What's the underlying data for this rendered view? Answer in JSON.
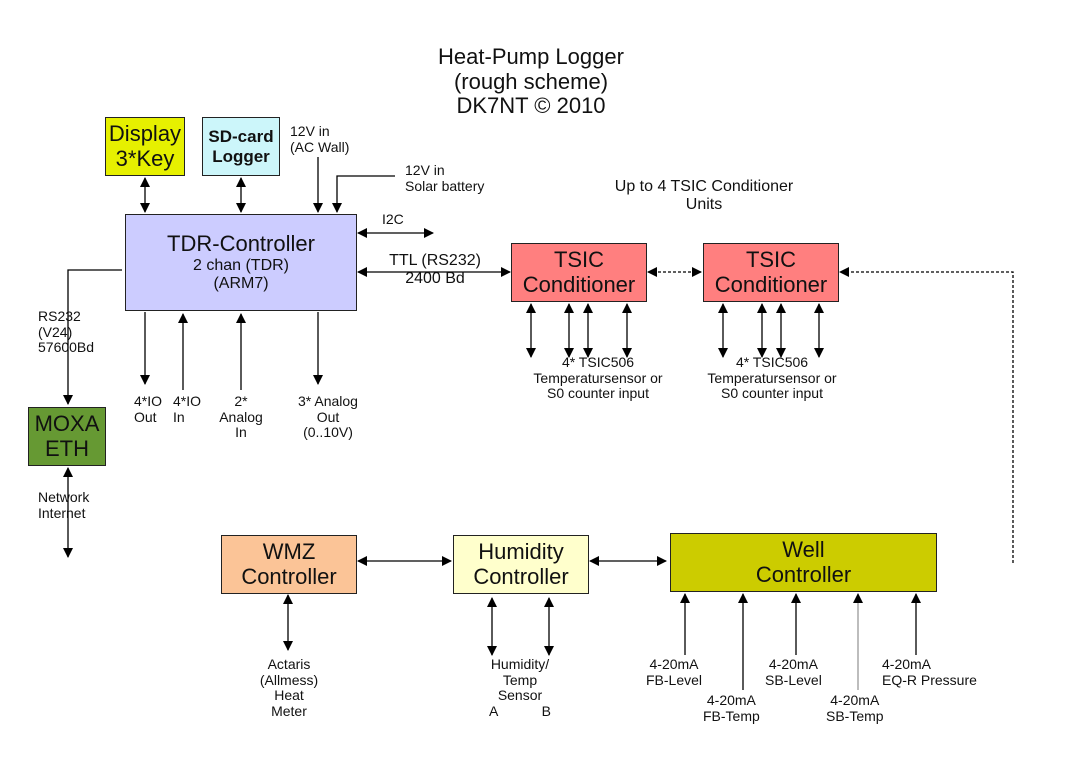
{
  "title": {
    "line1": "Heat-Pump Logger",
    "line2": "(rough scheme)",
    "line3": "DK7NT © 2010"
  },
  "blocks": {
    "display": {
      "line1": "Display",
      "line2": "3*Key",
      "color": "#e6f000"
    },
    "sdcard": {
      "line1": "SD-card",
      "line2": "Logger",
      "color": "#ccf6fa"
    },
    "tdr": {
      "line1": "TDR-Controller",
      "line2": "2 chan (TDR)",
      "line3": "(ARM7)",
      "color": "#ccccff"
    },
    "moxa": {
      "line1": "MOXA",
      "line2": "ETH",
      "color": "#669933"
    },
    "tsic1": {
      "line1": "TSIC",
      "line2": "Conditioner",
      "color": "#ff7f7f"
    },
    "tsic2": {
      "line1": "TSIC",
      "line2": "Conditioner",
      "color": "#ff7f7f"
    },
    "wmz": {
      "line1": "WMZ",
      "line2": "Controller",
      "color": "#fbc497"
    },
    "humidity": {
      "line1": "Humidity",
      "line2": "Controller",
      "color": "#ffffcc"
    },
    "well": {
      "line1": "Well",
      "line2": "Controller",
      "color": "#cccc00"
    }
  },
  "labels": {
    "power_ac": {
      "line1": "12V in",
      "line2": "(AC Wall)"
    },
    "power_solar": {
      "line1": "12V in",
      "line2": "Solar battery"
    },
    "i2c": "I2C",
    "ttl": {
      "line1": "TTL (RS232)",
      "line2": "2400 Bd"
    },
    "rs232": {
      "line1": "RS232",
      "line2": "(V24)",
      "line3": "57600Bd"
    },
    "network": {
      "line1": "Network",
      "line2": "Internet"
    },
    "io_out": {
      "line1": "4*IO",
      "line2": "Out"
    },
    "io_in": {
      "line1": "4*IO",
      "line2": "In"
    },
    "analog_in": {
      "line1": "2*",
      "line2": "Analog",
      "line3": "In"
    },
    "analog_out": {
      "line1": "3* Analog",
      "line2": "Out",
      "line3": "(0..10V)"
    },
    "tsic_units": {
      "line1": "Up to 4 TSIC Conditioner",
      "line2": "Units"
    },
    "tsic1_sensors": {
      "line1": "4* TSIC506",
      "line2": "Temperatursensor or",
      "line3": "S0 counter input"
    },
    "tsic2_sensors": {
      "line1": "4* TSIC506",
      "line2": "Temperatursensor or",
      "line3": "S0 counter input"
    },
    "heat_meter": {
      "line1": "Actaris",
      "line2": "(Allmess)",
      "line3": "Heat",
      "line4": "Meter"
    },
    "hum_sensor": {
      "line1": "Humidity/",
      "line2": "Temp",
      "line3": "Sensor",
      "a": "A",
      "b": "B"
    },
    "fb_level": {
      "line1": "4-20mA",
      "line2": "FB-Level"
    },
    "fb_temp": {
      "line1": "4-20mA",
      "line2": "FB-Temp"
    },
    "sb_level": {
      "line1": "4-20mA",
      "line2": "SB-Level"
    },
    "sb_temp": {
      "line1": "4-20mA",
      "line2": "SB-Temp"
    },
    "eqr": {
      "line1": "4-20mA",
      "line2": "EQ-R Pressure"
    }
  }
}
